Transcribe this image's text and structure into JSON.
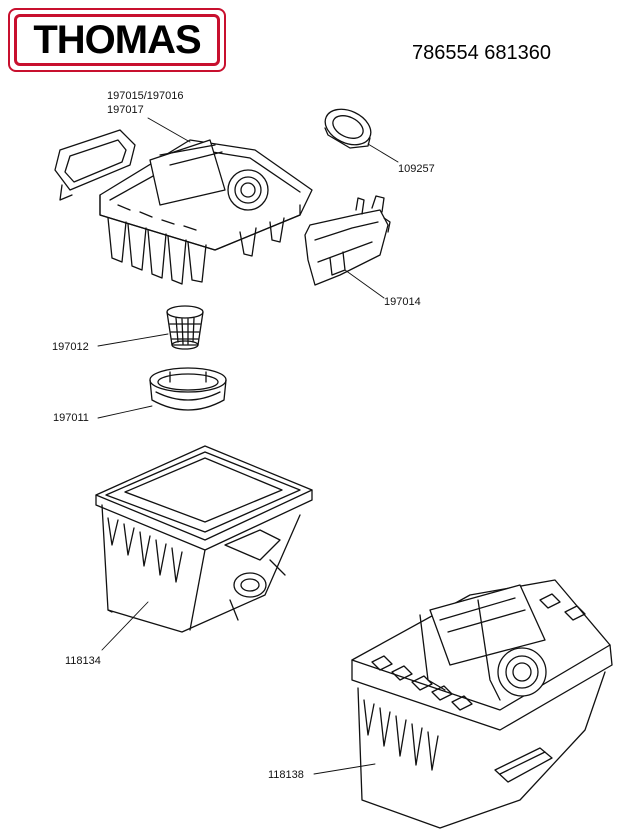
{
  "brand": {
    "name": "THOMAS",
    "color": "#c8102e"
  },
  "model_numbers": "786554 681360",
  "parts": [
    {
      "id": "cover",
      "label_line1": "197015/197016",
      "label_line2": "197017"
    },
    {
      "id": "seal-ring",
      "label": "109257"
    },
    {
      "id": "latch",
      "label": "197014"
    },
    {
      "id": "filter",
      "label": "197012"
    },
    {
      "id": "filter-holder",
      "label": "197011"
    },
    {
      "id": "container",
      "label": "118134"
    },
    {
      "id": "assembly",
      "label": "118138"
    }
  ]
}
